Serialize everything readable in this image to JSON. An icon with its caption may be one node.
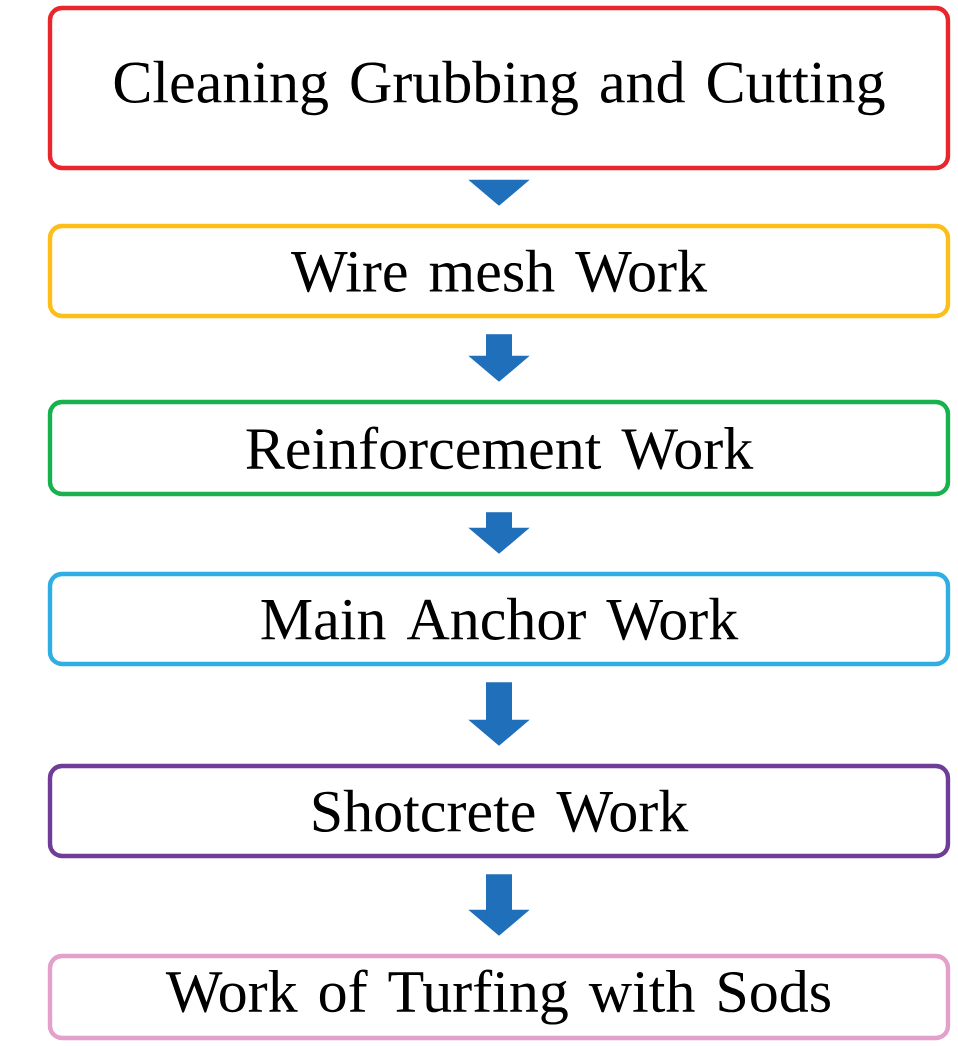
{
  "diagram": {
    "nodes": [
      {
        "text": [
          "Cleaning Grubbing and Cutting"
        ]
      },
      {
        "text": [
          "Wire mesh Work"
        ]
      },
      {
        "text": [
          "Reinforcement Work"
        ]
      },
      {
        "text": [
          "Main Anchor Work"
        ]
      },
      {
        "text": [
          "Shotcrete Work"
        ]
      },
      {
        "text": [
          "Work of  Turfing with Sods"
        ]
      }
    ],
    "edges": [
      {
        "from": 0,
        "to": 1,
        "arrow": "to"
      },
      {
        "from": 1,
        "to": 2,
        "arrow": "to"
      },
      {
        "from": 2,
        "to": 3,
        "arrow": "to"
      },
      {
        "from": 3,
        "to": 4,
        "arrow": "to"
      },
      {
        "from": 4,
        "to": 5,
        "arrow": "to"
      }
    ]
  }
}
